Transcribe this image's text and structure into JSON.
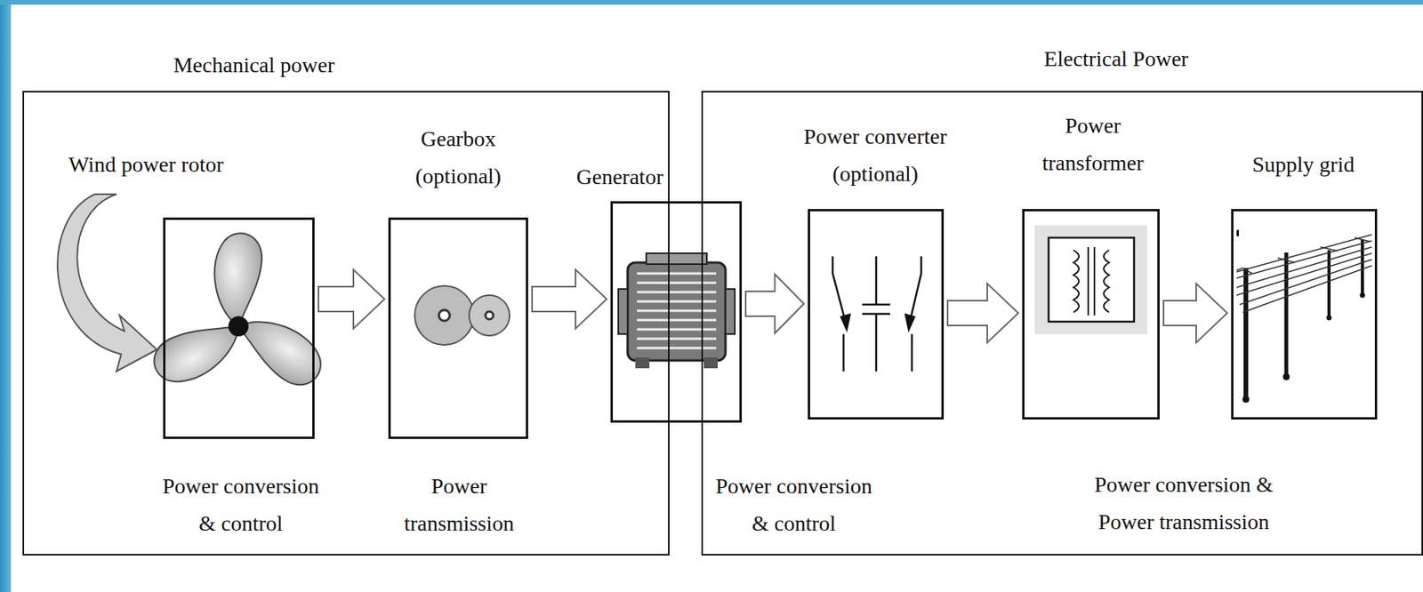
{
  "diagram": {
    "nodes": [
      {
        "text": [
          "Mechanical power"
        ]
      },
      {
        "text": [
          "Wind power rotor",
          "Power conversion & control"
        ],
        "in": 0
      },
      {
        "text": [
          "Gearbox (optional)",
          "Power transmission"
        ],
        "in": 0
      },
      {
        "text": [
          "Generator"
        ]
      },
      {
        "text": [
          "Electrical Power"
        ]
      },
      {
        "text": [
          "Power converter (optional)"
        ],
        "in": 4
      },
      {
        "text": [
          "Power transformer"
        ],
        "in": 4
      },
      {
        "text": [
          "Supply grid"
        ],
        "in": 4
      }
    ],
    "edges": [
      {
        "from": 1,
        "to": 2,
        "arrow": "to"
      },
      {
        "from": 2,
        "to": 3,
        "arrow": "to"
      },
      {
        "from": 3,
        "to": 5,
        "arrow": "to"
      },
      {
        "from": 5,
        "to": 6,
        "arrow": "to"
      },
      {
        "from": 6,
        "to": 7,
        "arrow": "to"
      }
    ],
    "labels": [
      "Power conversion & control",
      "Power conversion & Power transmission"
    ]
  }
}
